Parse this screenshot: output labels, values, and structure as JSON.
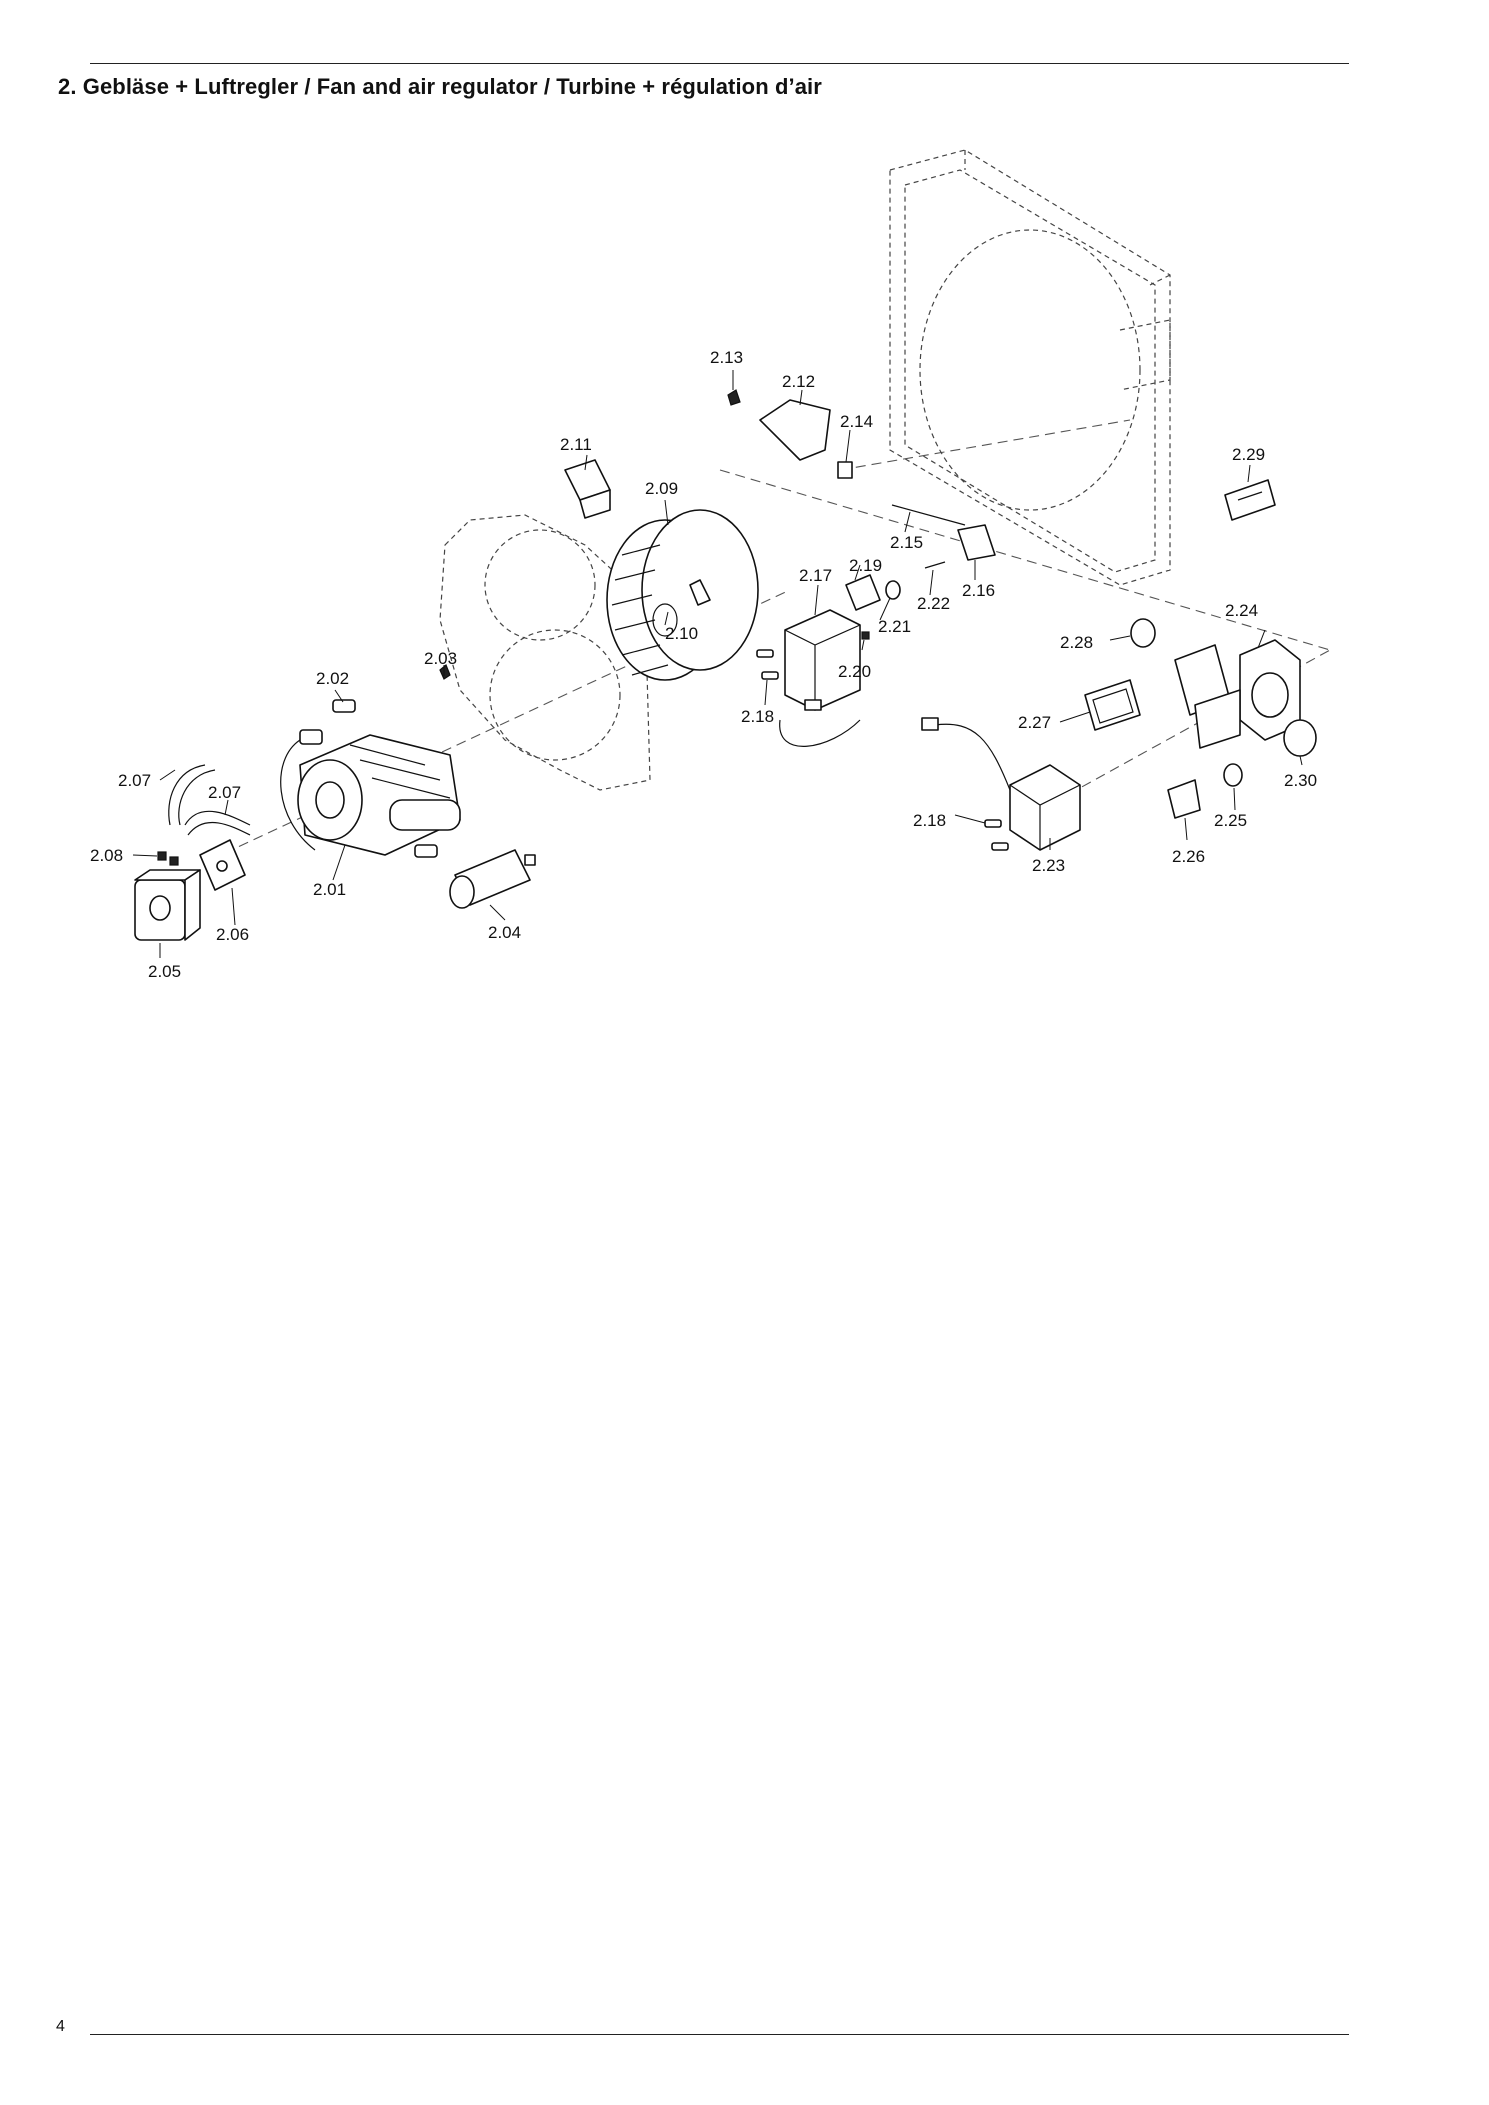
{
  "header": {
    "title": "2. Gebläse + Luftregler / Fan and air regulator / Turbine + régulation d’air"
  },
  "footer": {
    "page_number": "4"
  },
  "parts": {
    "p201": "2.01",
    "p202": "2.02",
    "p203": "2.03",
    "p204": "2.04",
    "p205": "2.05",
    "p206": "2.06",
    "p207a": "2.07",
    "p207b": "2.07",
    "p208": "2.08",
    "p209": "2.09",
    "p210": "2.10",
    "p211": "2.11",
    "p212": "2.12",
    "p213": "2.13",
    "p214": "2.14",
    "p215": "2.15",
    "p216": "2.16",
    "p217": "2.17",
    "p218a": "2.18",
    "p218b": "2.18",
    "p219": "2.19",
    "p220": "2.20",
    "p221": "2.21",
    "p222": "2.22",
    "p223": "2.23",
    "p224": "2.24",
    "p225": "2.25",
    "p226": "2.26",
    "p227": "2.27",
    "p228": "2.28",
    "p229": "2.29",
    "p230": "2.30"
  }
}
